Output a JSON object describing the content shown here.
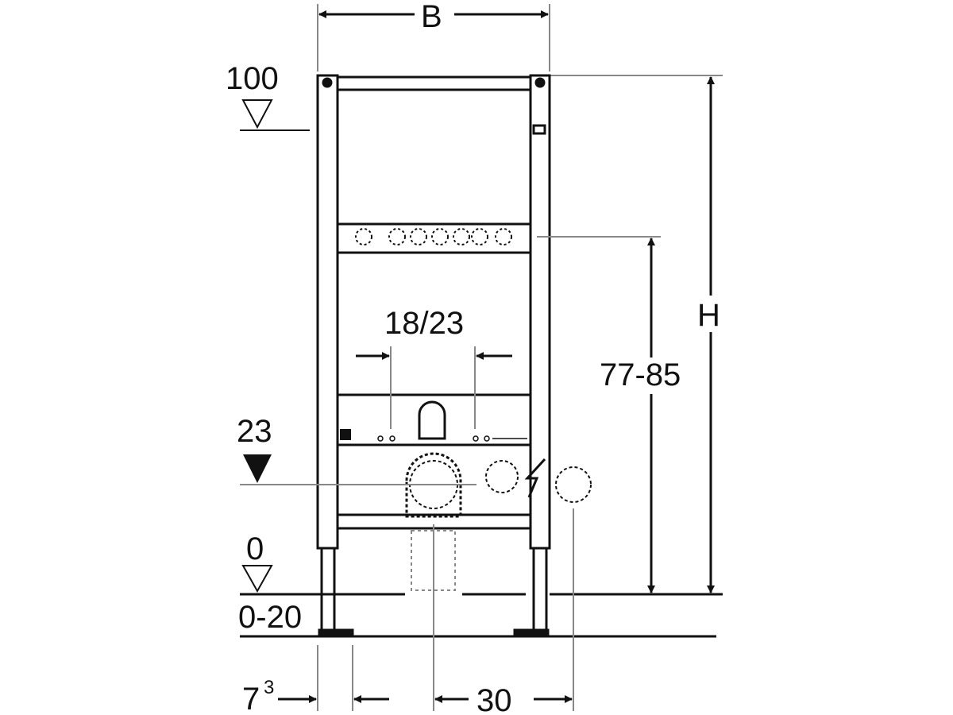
{
  "diagram": {
    "width_label": "B",
    "height_label": "H",
    "level_top": "100",
    "level_drain": "23",
    "level_floor": "0",
    "floor_range": "0-20",
    "flush_spacing": "18/23",
    "bracket_height": "77-85",
    "foot_offset": "7",
    "foot_offset_sup": "3",
    "supply_offset": "30"
  }
}
